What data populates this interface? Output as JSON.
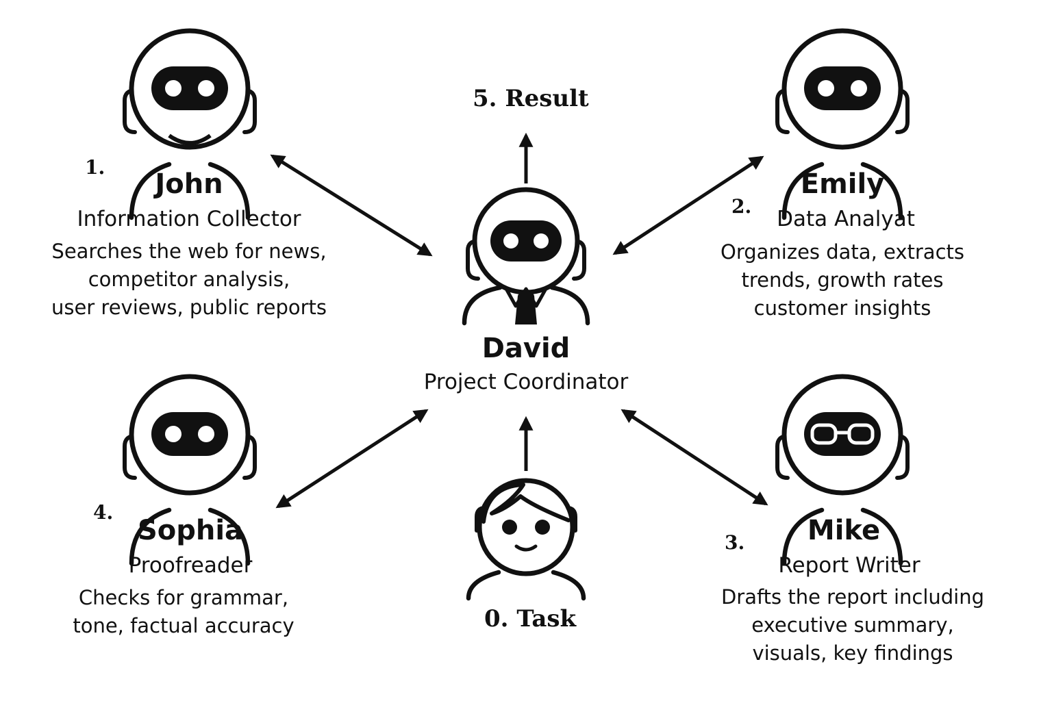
{
  "steps": {
    "task": "0. Task",
    "result": "5. Result",
    "john": "1.",
    "emily": "2.",
    "mike": "3.",
    "sophia": "4."
  },
  "coordinator": {
    "name": "David",
    "role": "Project Coordinator"
  },
  "agents": {
    "john": {
      "name": "John",
      "role": "Information Collector",
      "desc": "Searches the web for news,\ncompetitor analysis,\nuser reviews, public reports"
    },
    "emily": {
      "name": "Emily",
      "role": "Data Analyat",
      "desc": "Organizes data, extracts\ntrends, growth rates\ncustomer insights"
    },
    "mike": {
      "name": "Mike",
      "role": "Report Writer",
      "desc": "Drafts the report including\nexecutive summary,\nvisuals, key findings"
    },
    "sophia": {
      "name": "Sophia",
      "role": "Proofreader",
      "desc": "Checks for grammar,\ntone, factual accuracy"
    }
  },
  "icons": {
    "john": "robot-icon",
    "emily": "robot-icon",
    "sophia": "robot-icon",
    "mike": "robot-with-glasses-icon",
    "david": "robot-with-tie-icon",
    "user": "person-icon"
  },
  "colors": {
    "ink": "#111111",
    "background": "#ffffff"
  }
}
